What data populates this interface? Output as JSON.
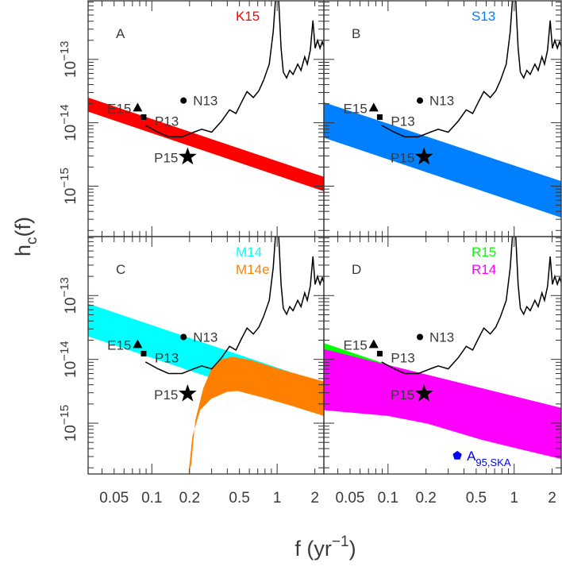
{
  "chart_data": {
    "type": "area",
    "xlabel": {
      "main": "f  (yr",
      "sup": "−1",
      "tail": ")"
    },
    "ylabel": {
      "main": "h",
      "sub": "c",
      "tail": "(f)"
    },
    "x_scale": "log",
    "y_scale": "log",
    "xlim": [
      0.031,
      2.36
    ],
    "ylim": [
      1.6e-16,
      8.4e-13
    ],
    "x_ticklabels": [
      {
        "value": 0.05,
        "label": "0.05"
      },
      {
        "value": 0.1,
        "label": "0.1"
      },
      {
        "value": 0.2,
        "label": "0.2"
      },
      {
        "value": 0.5,
        "label": "0.5"
      },
      {
        "value": 1,
        "label": "1"
      },
      {
        "value": 2,
        "label": "2"
      }
    ],
    "y_ticklabels": [
      {
        "value": 1e-13,
        "base": "10",
        "exp": "−13"
      },
      {
        "value": 1e-14,
        "base": "10",
        "exp": "−14"
      },
      {
        "value": 1e-15,
        "base": "10",
        "exp": "−15"
      }
    ],
    "grid": false,
    "sensitivity_curve": [
      [
        0.089,
        9.1e-15
      ],
      [
        0.112,
        7.1e-15
      ],
      [
        0.136,
        6e-15
      ],
      [
        0.174,
        6e-15
      ],
      [
        0.216,
        7.1e-15
      ],
      [
        0.25,
        7.9e-15
      ],
      [
        0.3,
        7.1e-15
      ],
      [
        0.36,
        1.06e-14
      ],
      [
        0.417,
        1.6e-14
      ],
      [
        0.469,
        1.4e-14
      ],
      [
        0.519,
        2.1e-14
      ],
      [
        0.575,
        3.1e-14
      ],
      [
        0.646,
        2.5e-14
      ],
      [
        0.715,
        3.2e-14
      ],
      [
        0.78,
        4.7e-14
      ],
      [
        0.865,
        8.4e-14
      ],
      [
        0.93,
        2.7e-13
      ],
      [
        0.975,
        1e-12
      ],
      [
        1.0,
        2e-12
      ],
      [
        1.025,
        1e-12
      ],
      [
        1.075,
        1.5e-13
      ],
      [
        1.12,
        6.3e-14
      ],
      [
        1.19,
        5.1e-14
      ],
      [
        1.26,
        6.7e-14
      ],
      [
        1.34,
        5.8e-14
      ],
      [
        1.46,
        8.4e-14
      ],
      [
        1.55,
        6.7e-14
      ],
      [
        1.66,
        1.1e-13
      ],
      [
        1.74,
        8.4e-14
      ],
      [
        1.84,
        1.4e-13
      ],
      [
        1.93,
        4.1e-13
      ],
      [
        2.01,
        1.5e-13
      ],
      [
        2.1,
        2e-13
      ],
      [
        2.2,
        1.5e-13
      ],
      [
        2.29,
        1.9e-13
      ],
      [
        2.36,
        1.6e-13
      ]
    ],
    "points": [
      {
        "name": "E15",
        "marker": "triangle",
        "f": 0.077,
        "h": 1.74e-14,
        "color": "#000000"
      },
      {
        "name": "P13",
        "marker": "square",
        "f": 0.086,
        "h": 1.23e-14,
        "color": "#000000"
      },
      {
        "name": "N13",
        "marker": "circle",
        "f": 0.179,
        "h": 2.24e-14,
        "color": "#000000"
      },
      {
        "name": "P15",
        "marker": "star",
        "f": 0.193,
        "h": 2.9e-15,
        "color": "#000000"
      }
    ],
    "panels": [
      {
        "label": "A",
        "series": [
          {
            "name": "K15",
            "color": "#ff0000",
            "upper": [
              [
                0.031,
                2.5e-14
              ],
              [
                2.36,
                1.4e-15
              ]
            ],
            "lower": [
              [
                0.031,
                1.5e-14
              ],
              [
                2.36,
                8.3e-16
              ]
            ]
          }
        ],
        "extra_points": []
      },
      {
        "label": "B",
        "series": [
          {
            "name": "S13",
            "color": "#0080ff",
            "upper": [
              [
                0.031,
                2.1e-14
              ],
              [
                2.36,
                1.2e-15
              ]
            ],
            "lower": [
              [
                0.031,
                5.8e-15
              ],
              [
                2.36,
                3.2e-16
              ]
            ]
          }
        ],
        "extra_points": []
      },
      {
        "label": "C",
        "series": [
          {
            "name": "M14",
            "color": "#00ffff",
            "upper": [
              [
                0.031,
                7.5e-14
              ],
              [
                2.36,
                4.2e-15
              ]
            ],
            "lower": [
              [
                0.031,
                2.3e-14
              ],
              [
                2.36,
                1.3e-15
              ]
            ]
          },
          {
            "name": "M14e",
            "color": "#ff8000",
            "upper": [
              [
                0.206,
                2.2e-16
              ],
              [
                0.222,
                1.1e-15
              ],
              [
                0.257,
                3.5e-15
              ],
              [
                0.297,
                6.9e-15
              ],
              [
                0.36,
                1e-14
              ],
              [
                0.436,
                1.1e-14
              ],
              [
                0.615,
                9.8e-15
              ],
              [
                1.0,
                7.2e-15
              ],
              [
                2.36,
                4.5e-15
              ]
            ],
            "lower": [
              [
                0.196,
                1.6e-16
              ],
              [
                0.211,
                6.3e-16
              ],
              [
                0.243,
                1.6e-15
              ],
              [
                0.297,
                2.4e-15
              ],
              [
                0.398,
                3.1e-15
              ],
              [
                0.483,
                3.2e-15
              ],
              [
                0.78,
                2.5e-15
              ],
              [
                1.27,
                1.9e-15
              ],
              [
                2.36,
                1.3e-15
              ]
            ]
          }
        ],
        "extra_points": []
      },
      {
        "label": "D",
        "series": [
          {
            "name": "R15",
            "color": "#00ff00",
            "upper": [
              [
                0.031,
                1.8e-14
              ],
              [
                2.36,
                9.9e-16
              ]
            ],
            "lower": [
              [
                0.031,
                7.2e-15
              ],
              [
                2.36,
                4e-16
              ]
            ]
          },
          {
            "name": "R14",
            "color": "#ff00ff",
            "upper": [
              [
                0.031,
                1.45e-14
              ],
              [
                2.36,
                1.74e-15
              ]
            ],
            "lower": [
              [
                0.031,
                1.6e-15
              ],
              [
                0.1,
                1.3e-15
              ],
              [
                0.207,
                9.8e-16
              ],
              [
                0.55,
                5.5e-16
              ],
              [
                1.12,
                3.9e-16
              ],
              [
                2.36,
                2.75e-16
              ]
            ]
          }
        ],
        "extra_points": [
          {
            "name": "A",
            "sub": "95,SKA",
            "marker": "pentagon",
            "f": 0.354,
            "h": 3.1e-16,
            "color": "#0000ff"
          }
        ]
      }
    ]
  }
}
